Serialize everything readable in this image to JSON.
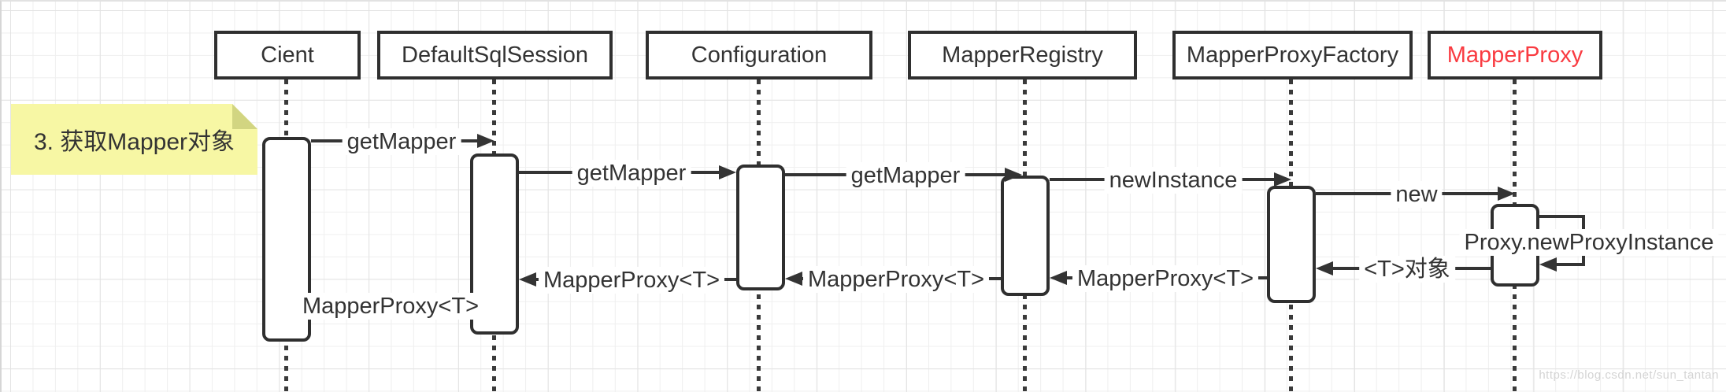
{
  "diagram_type": "uml-sequence",
  "note": {
    "label": "3. 获取Mapper对象"
  },
  "lifelines": [
    {
      "name": "Cient",
      "highlight": false
    },
    {
      "name": "DefaultSqlSession",
      "highlight": false
    },
    {
      "name": "Configuration",
      "highlight": false
    },
    {
      "name": "MapperRegistry",
      "highlight": false
    },
    {
      "name": "MapperProxyFactory",
      "highlight": false
    },
    {
      "name": "MapperProxy",
      "highlight": true
    }
  ],
  "messages": [
    {
      "label": "getMapper",
      "from": "Cient",
      "to": "DefaultSqlSession",
      "kind": "call"
    },
    {
      "label": "getMapper",
      "from": "DefaultSqlSession",
      "to": "Configuration",
      "kind": "call"
    },
    {
      "label": "getMapper",
      "from": "Configuration",
      "to": "MapperRegistry",
      "kind": "call"
    },
    {
      "label": "newInstance",
      "from": "MapperRegistry",
      "to": "MapperProxyFactory",
      "kind": "call"
    },
    {
      "label": "new",
      "from": "MapperProxyFactory",
      "to": "MapperProxy",
      "kind": "call"
    },
    {
      "label": "Proxy.newProxyInstance",
      "from": "MapperProxy",
      "to": "MapperProxy",
      "kind": "self-call"
    },
    {
      "label": "<T>对象",
      "from": "MapperProxy",
      "to": "MapperProxyFactory",
      "kind": "return"
    },
    {
      "label": "MapperProxy<T>",
      "from": "MapperProxyFactory",
      "to": "MapperRegistry",
      "kind": "return"
    },
    {
      "label": "MapperProxy<T>",
      "from": "MapperRegistry",
      "to": "Configuration",
      "kind": "return"
    },
    {
      "label": "MapperProxy<T>",
      "from": "Configuration",
      "to": "DefaultSqlSession",
      "kind": "return"
    },
    {
      "label": "MapperProxy<T>",
      "from": "DefaultSqlSession",
      "to": "Cient",
      "kind": "return"
    }
  ],
  "watermark": "https://blog.csdn.net/sun_tantan",
  "icons": {
    "arrowhead_right": "filled-triangle-right",
    "arrowhead_left": "filled-triangle-left",
    "note_fold": "folded-corner"
  },
  "colors": {
    "stroke": "#2f2f2f",
    "highlight_text": "#f93b41",
    "note_bg": "#f7f7a4",
    "note_fold": "#d2d581",
    "grid_minor": "#efefef",
    "grid_major": "#e3e3e3",
    "watermark_text": "#d4d4d4"
  }
}
